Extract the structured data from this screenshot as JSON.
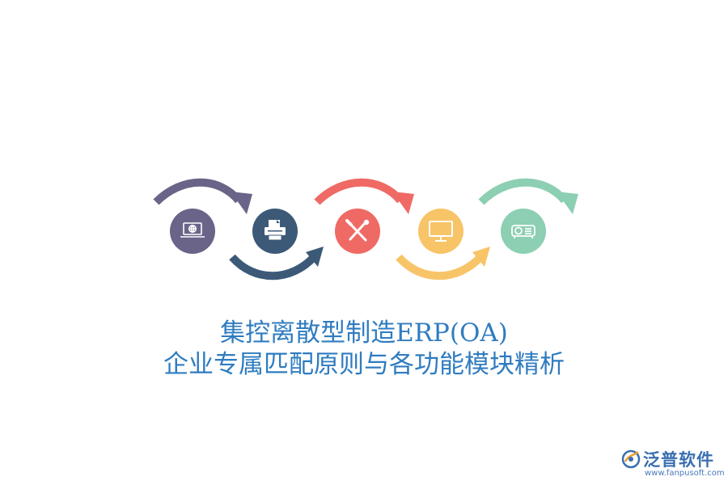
{
  "title": {
    "line1": "集控离散型制造ERP(OA)",
    "line2": "企业专属匹配原则与各功能模块精析"
  },
  "steps": [
    {
      "icon": "laptop-globe-icon",
      "color": "#6a6488",
      "arrow_color": "#6a6488",
      "arrow_side": "top"
    },
    {
      "icon": "printer-icon",
      "color": "#3c5a78",
      "arrow_color": "#3c5a78",
      "arrow_side": "bottom"
    },
    {
      "icon": "tools-icon",
      "color": "#ef6a64",
      "arrow_color": "#ef6a64",
      "arrow_side": "top"
    },
    {
      "icon": "monitor-icon",
      "color": "#f8c468",
      "arrow_color": "#f8c468",
      "arrow_side": "bottom"
    },
    {
      "icon": "projector-icon",
      "color": "#8ccfb2",
      "arrow_color": "#8ccfb2",
      "arrow_side": "top"
    }
  ],
  "logo": {
    "name": "泛普软件",
    "url": "www.fanpusoft.com",
    "color": "#3a6fb0"
  }
}
